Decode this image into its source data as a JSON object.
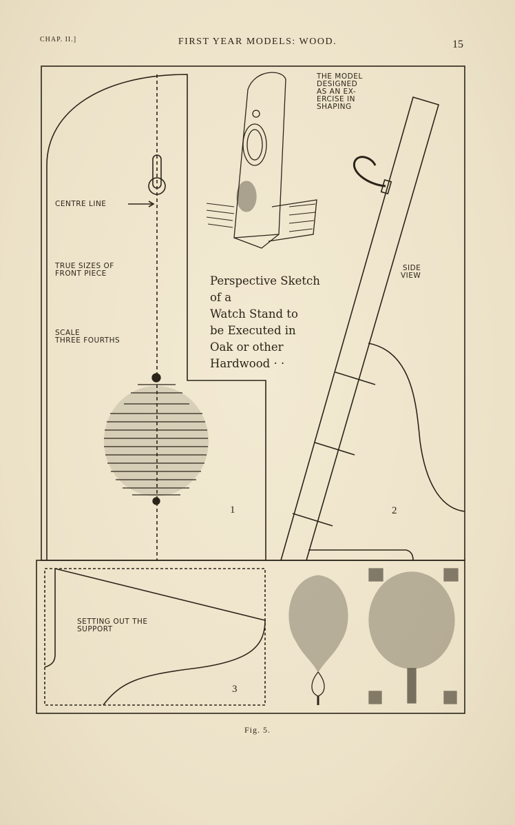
{
  "header": {
    "chapter": "CHAP. II.]",
    "title": "FIRST YEAR MODELS: WOOD.",
    "page_number": "15"
  },
  "figure": {
    "caption": "Fig. 5.",
    "labels": {
      "model_designed": "THE MODEL\nDESIGNED\nAS AN EX-\nERCISE IN\nSHAPING",
      "centre_line": "CENTRE LINE",
      "true_sizes": "TRUE SIZES OF\nFRONT PIECE",
      "scale": "SCALE\nTHREE FOURTHS",
      "side_view": "SIDE\nVIEW",
      "setting_out": "SETTING OUT THE\nSUPPORT",
      "perspective": "Perspective Sketch\nof a\nWatch Stand to\nbe Executed in\nOak or other\nHardwood · ·"
    },
    "numbers": {
      "piece1": "1",
      "piece2": "2",
      "piece3": "3"
    }
  }
}
